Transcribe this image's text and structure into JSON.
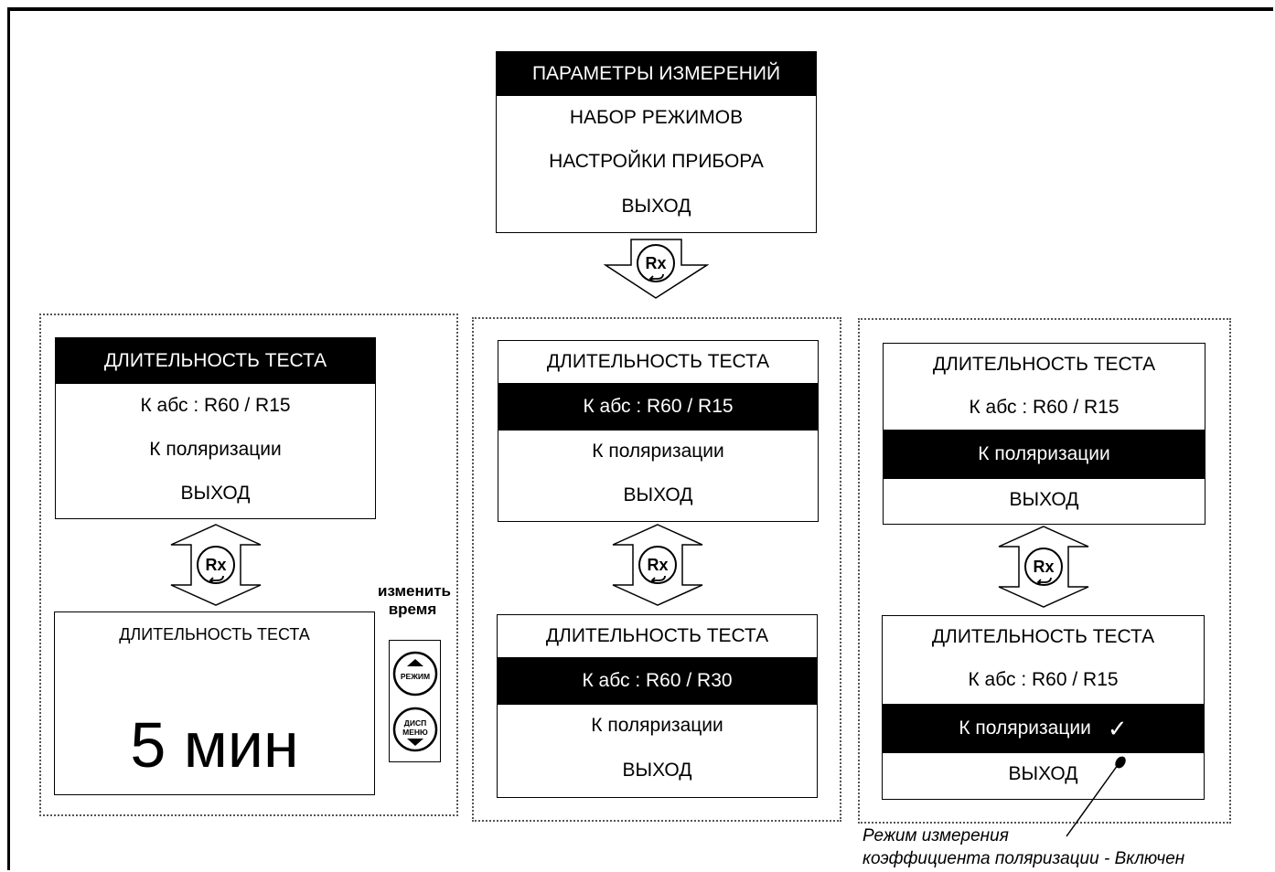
{
  "top_menu": {
    "title": "ПАРАМЕТРЫ ИЗМЕРЕНИЙ",
    "items": [
      "НАБОР РЕЖИМОВ",
      "НАСТРОЙКИ ПРИБОРА",
      "ВЫХОД"
    ]
  },
  "rx_label": "Rx",
  "panel1": {
    "menu": {
      "title": "ДЛИТЕЛЬНОСТЬ ТЕСТА",
      "items": [
        "К абс : R60 / R15",
        "К поляризации",
        "ВЫХОД"
      ]
    },
    "time_screen": {
      "title": "ДЛИТЕЛЬНОСТЬ ТЕСТА",
      "value": "5 мин"
    },
    "change_label": "изменить время",
    "btn_mode": "РЕЖИМ",
    "btn_disp_1": "ДИСП",
    "btn_disp_2": "МЕНЮ"
  },
  "panel2": {
    "menu_top": {
      "title": "ДЛИТЕЛЬНОСТЬ ТЕСТА",
      "items": [
        "К абс : R60 / R15",
        "К поляризации",
        "ВЫХОД"
      ]
    },
    "menu_bottom": {
      "title": "ДЛИТЕЛЬНОСТЬ ТЕСТА",
      "items": [
        "К абс : R60 / R30",
        "К поляризации",
        "ВЫХОД"
      ]
    }
  },
  "panel3": {
    "menu_top": {
      "title": "ДЛИТЕЛЬНОСТЬ ТЕСТА",
      "items": [
        "К абс : R60 / R15",
        "К поляризации",
        "ВЫХОД"
      ]
    },
    "menu_bottom": {
      "title": "ДЛИТЕЛЬНОСТЬ ТЕСТА",
      "items": [
        "К абс : R60 / R15",
        "К поляризации",
        "ВЫХОД"
      ],
      "check": "✓"
    },
    "annotation_line1": "Режим измерения",
    "annotation_line2": "коэффициента поляризации - Включен"
  }
}
